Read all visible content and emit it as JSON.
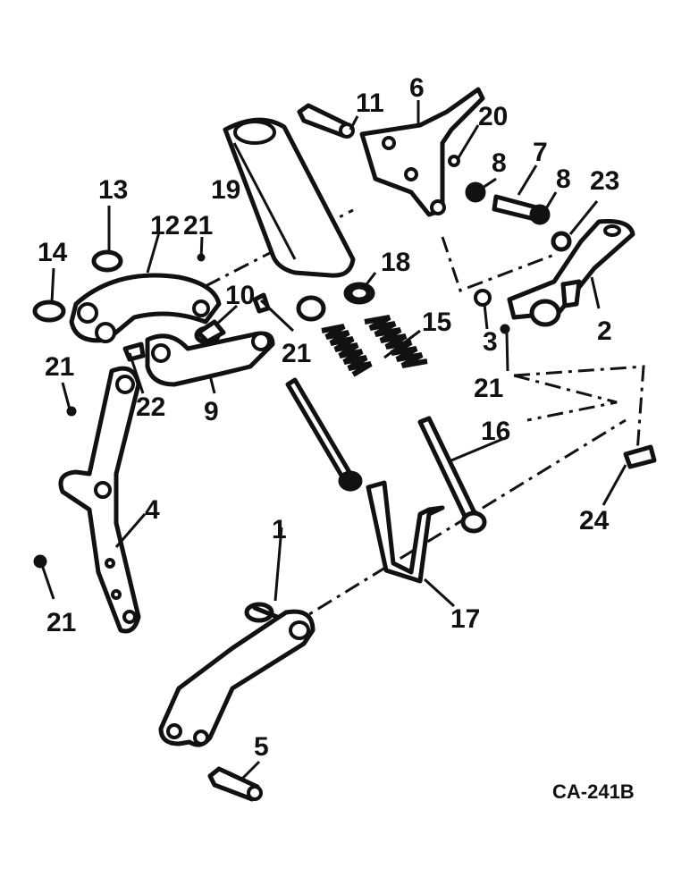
{
  "drawing_code": "CA-241B",
  "callouts": [
    "1",
    "2",
    "3",
    "4",
    "5",
    "6",
    "7",
    "8",
    "9",
    "10",
    "11",
    "12",
    "13",
    "14",
    "15",
    "16",
    "17",
    "18",
    "19",
    "20",
    "21",
    "22",
    "23",
    "24"
  ]
}
